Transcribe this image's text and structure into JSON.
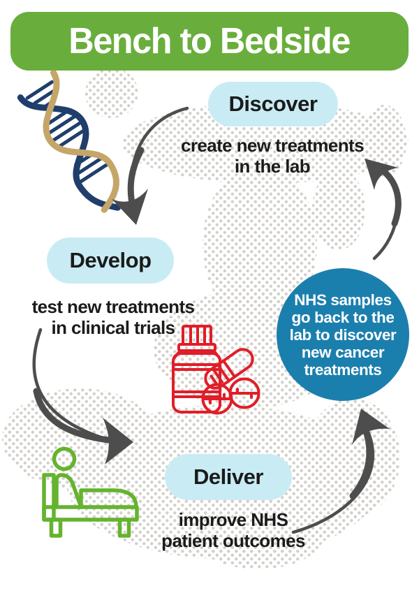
{
  "title": {
    "text": "Bench to Bedside"
  },
  "stages": [
    {
      "label": "Discover",
      "caption_line1": "create new treatments",
      "caption_line2": "in the lab"
    },
    {
      "label": "Develop",
      "caption_line1": "test new treatments",
      "caption_line2": "in clinical trials"
    },
    {
      "label": "Deliver",
      "caption_line1": "improve NHS",
      "caption_line2": "patient outcomes"
    }
  ],
  "feedback_circle": {
    "line1": "NHS samples",
    "line2": "go back to the",
    "line3": "lab to discover",
    "line4": "new cancer",
    "line5": "treatments"
  },
  "icons": {
    "dna": "dna-double-helix-icon",
    "medicine": "pill-bottle-and-tablets-icon",
    "patient": "patient-in-bed-icon",
    "arrows": "curved-cycle-arrows",
    "background": "dotted-map-pattern"
  },
  "colors": {
    "header_green": "#69ae3c",
    "stage_pill_blue": "#c9ecf4",
    "circle_blue": "#1b7fad",
    "arrow_gray": "#4d4d4d",
    "dna_navy": "#203e6c",
    "dna_tan": "#c5a669",
    "medicine_red": "#e11d28",
    "bed_green": "#65b32e",
    "dot_gray": "#d3d0ca",
    "text_black": "#1b1b1b"
  }
}
